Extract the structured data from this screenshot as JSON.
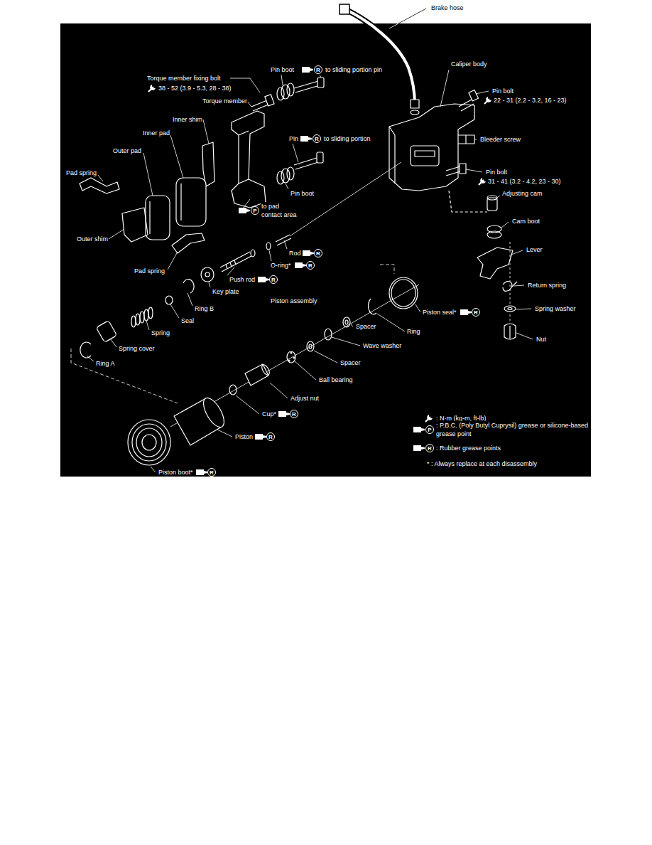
{
  "diagram": {
    "labels": [
      "Brake hose",
      "Caliper body",
      "Pin bolt",
      "22 - 31 (2.2 - 3.2, 16 - 23)",
      "Bleeder screw",
      "Pin bolt",
      "31 - 41 (3.2 - 4.2, 23 - 30)",
      "Adjusting cam",
      "Cam boot",
      "Lever",
      "Return spring",
      "Spring washer",
      "Nut",
      "Pin boot",
      "R",
      "to sliding portion pin",
      "Torque member fixing bolt",
      "38 - 52 (3.9 - 5.3, 28 - 38)",
      "Torque member",
      "Inner shim",
      "Inner pad",
      "Outer pad",
      "Pad spring",
      "Pin",
      "R",
      "to sliding portion",
      "Pin boot",
      "P",
      "to pad contact area",
      "Outer shim",
      "Rod",
      "R",
      "O-ring*",
      "R",
      "Pad spring",
      "Push rod",
      "R",
      "Key plate",
      "Ring B",
      "Seal",
      "Spring",
      "Spring cover",
      "Ring A",
      "Piston assembly",
      "Piston seal*",
      "R",
      "Ring",
      "Spacer",
      "Wave washer",
      "Spacer",
      "Ball bearing",
      "Adjust nut",
      "Cup*",
      "R",
      "Piston",
      "R",
      "Piston boot*",
      "R",
      "P",
      "R"
    ],
    "legend": [
      {
        "text": ": N·m (kg-m, ft-lb)"
      },
      {
        "text": ": P.B.C. (Poly Butyl Cuprysil) grease or silicone-based grease point"
      },
      {
        "text": ": Rubber grease points"
      },
      {
        "text": "* : Always replace at each disassembly"
      }
    ]
  }
}
